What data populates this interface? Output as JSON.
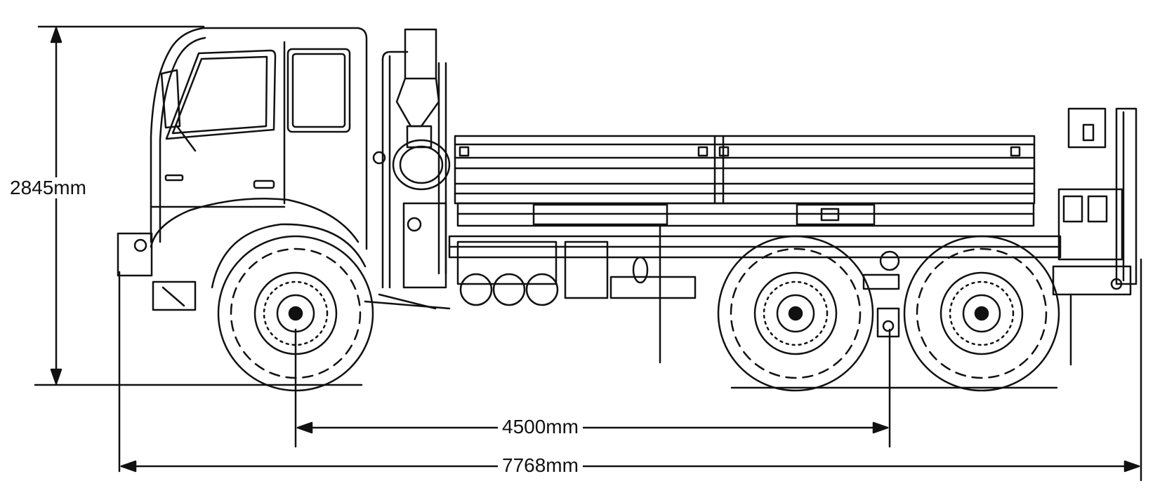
{
  "dimensions": {
    "height": "2845mm",
    "wheelbase": "4500mm",
    "overall_length": "7768mm"
  },
  "colors": {
    "line": "#111111",
    "background": "#ffffff"
  }
}
